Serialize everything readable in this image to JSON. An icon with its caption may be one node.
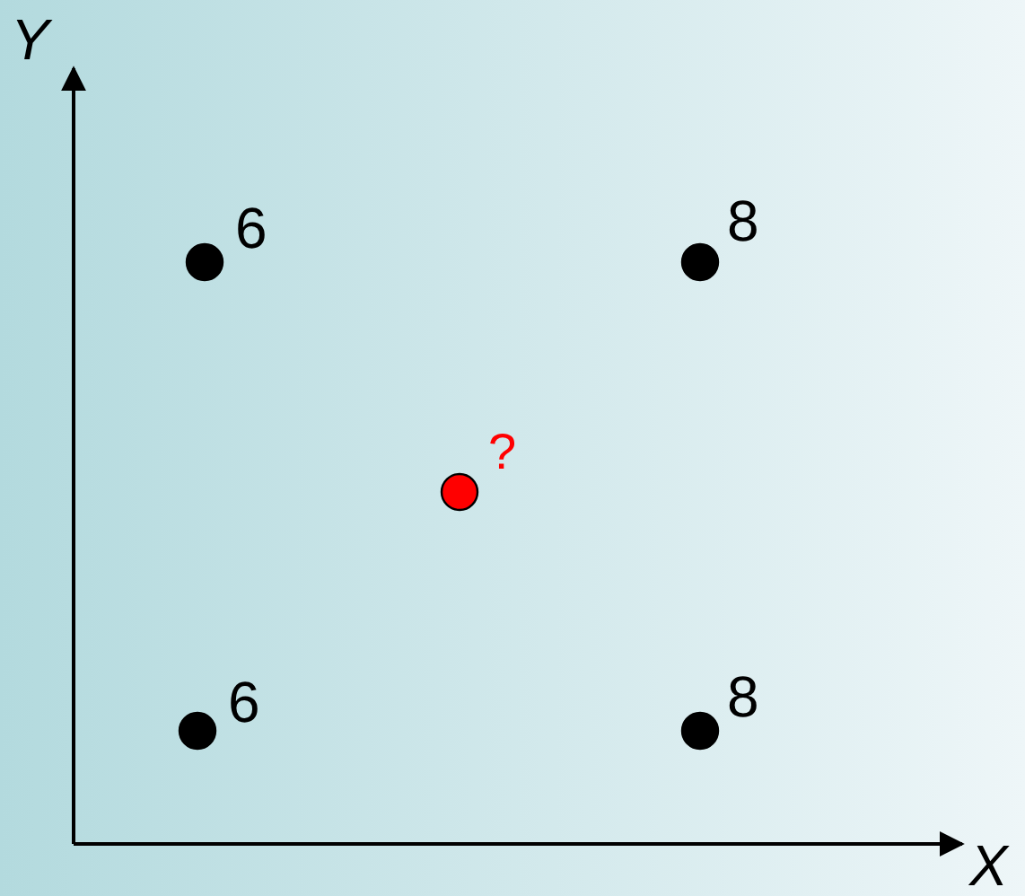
{
  "diagram": {
    "nodes": [
      {
        "text": [],
        "shape": "circle",
        "beside": [
          "6"
        ]
      },
      {
        "text": [],
        "shape": "circle",
        "beside": [
          "8"
        ]
      },
      {
        "text": [],
        "shape": "circle",
        "beside": [
          "?"
        ]
      },
      {
        "text": [],
        "shape": "circle",
        "beside": [
          "6"
        ]
      },
      {
        "text": [],
        "shape": "circle",
        "beside": [
          "8"
        ]
      }
    ],
    "labels": [
      "Y",
      "X"
    ]
  }
}
